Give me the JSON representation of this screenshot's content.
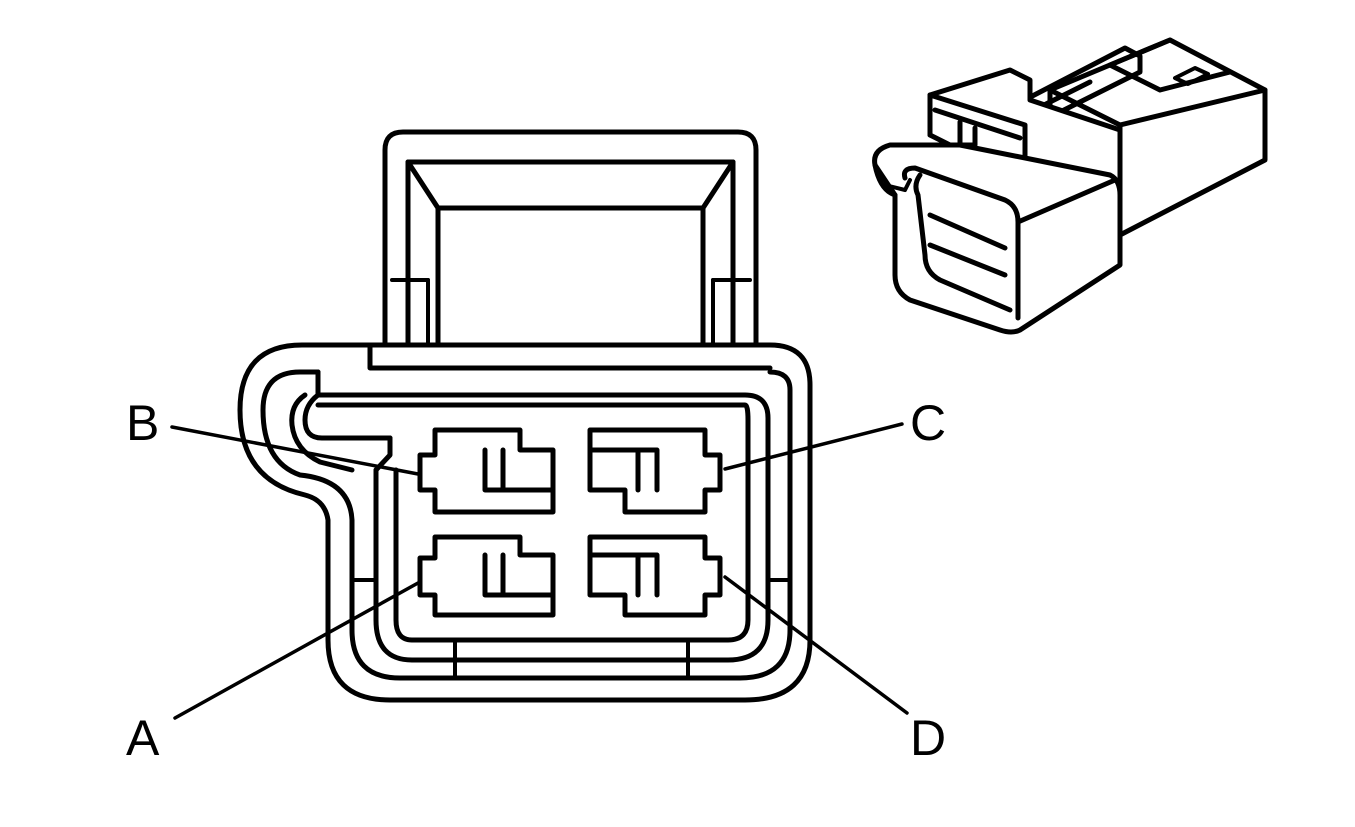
{
  "diagram": {
    "face_view": {
      "cavities": [
        {
          "id": "A",
          "label": "A"
        },
        {
          "id": "B",
          "label": "B"
        },
        {
          "id": "C",
          "label": "C"
        },
        {
          "id": "D",
          "label": "D"
        }
      ]
    },
    "colors": {
      "stroke": "#000000",
      "background": "#ffffff"
    }
  }
}
